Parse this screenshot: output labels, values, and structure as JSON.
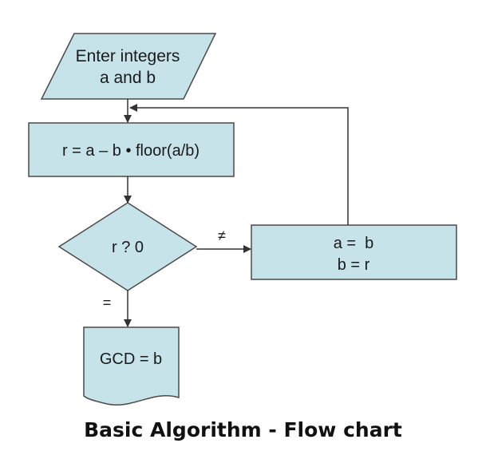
{
  "diagram": {
    "caption": "Basic Algorithm - Flow chart",
    "colors": {
      "fill": "#c7e3ea",
      "stroke": "#4a4a4a",
      "arrow": "#333333"
    },
    "input_box": {
      "line1": "Enter integers",
      "line2": "a and b"
    },
    "compute_box": {
      "text": "r = a – b • floor(a/b)"
    },
    "decision": {
      "text": "r ? 0"
    },
    "update_box": {
      "line1": "a =  b",
      "line2": "b = r"
    },
    "output_box": {
      "text": "GCD = b"
    },
    "edge_labels": {
      "not_equal": "≠",
      "equal": "="
    }
  }
}
